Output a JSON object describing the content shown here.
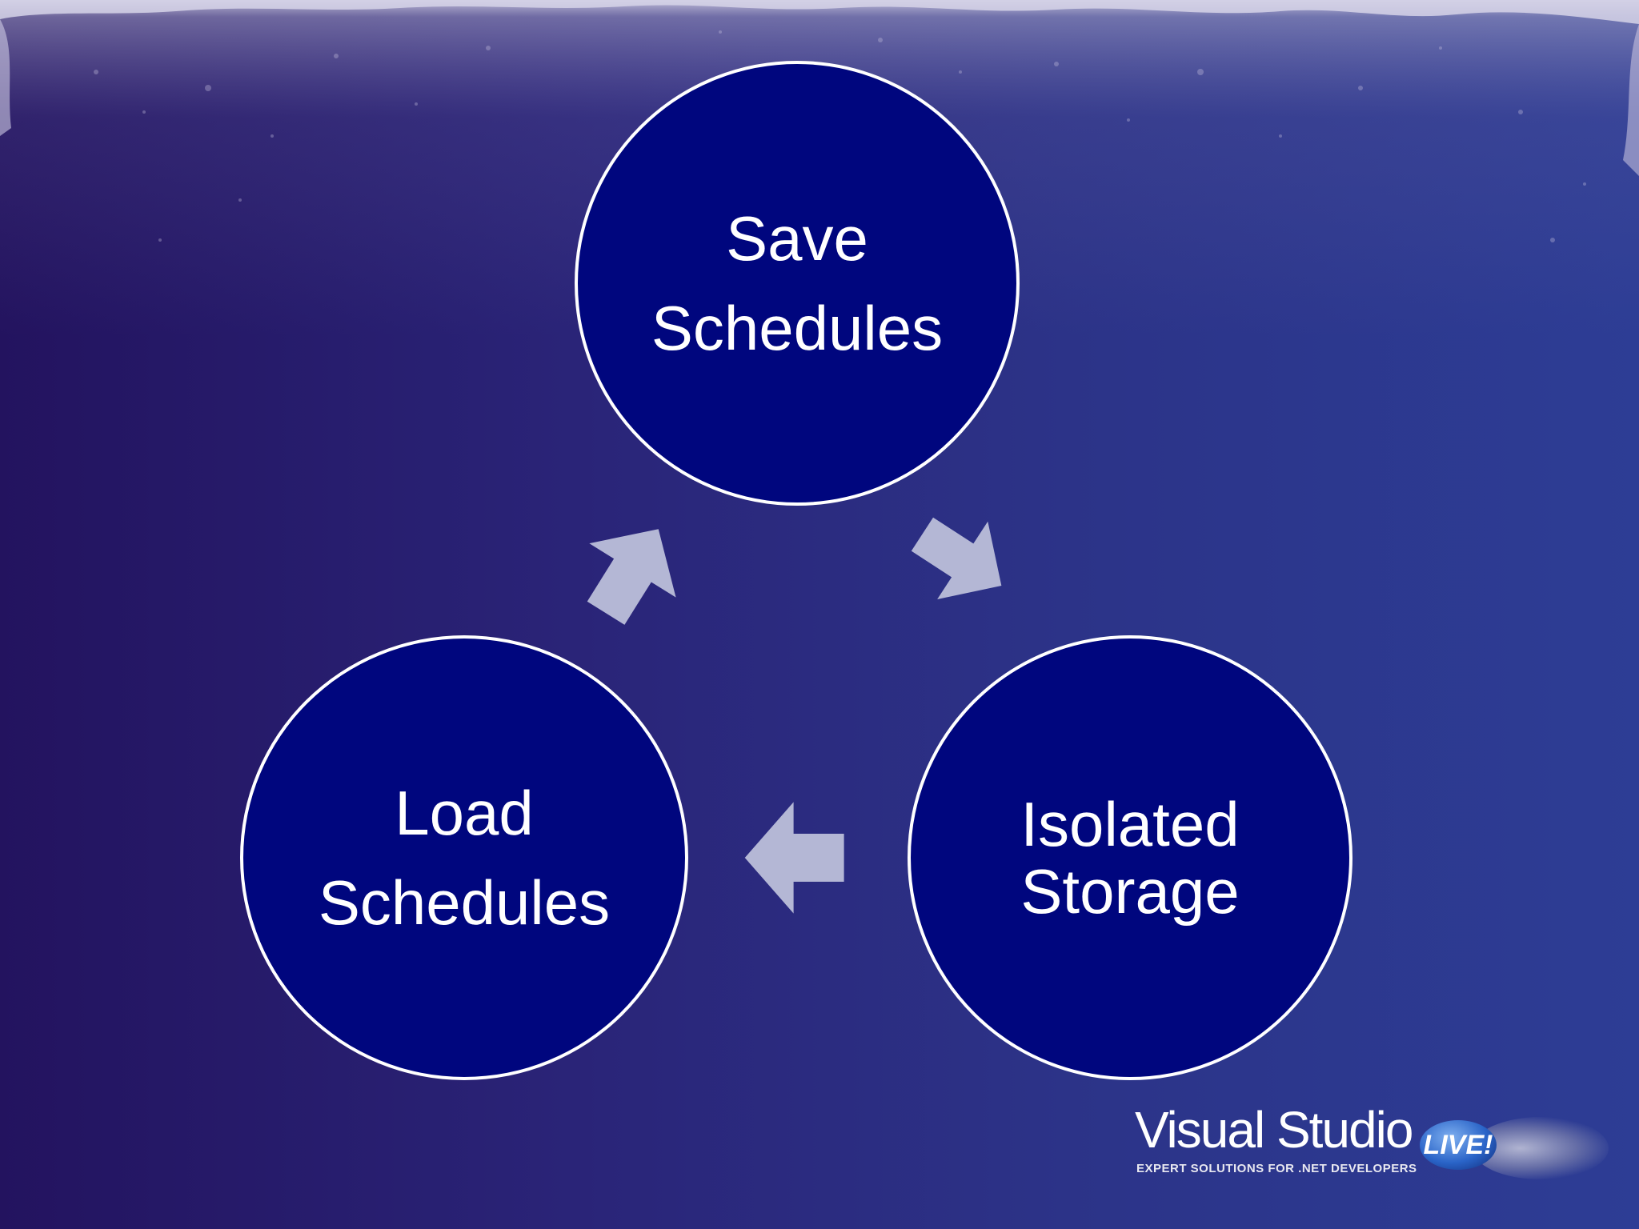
{
  "diagram": {
    "nodes": [
      {
        "id": "save",
        "line1": "Save",
        "line2": "Schedules"
      },
      {
        "id": "storage",
        "line1": "Isolated",
        "line2": "Storage"
      },
      {
        "id": "load",
        "line1": "Load",
        "line2": "Schedules"
      }
    ],
    "flow": [
      {
        "from": "Save Schedules",
        "to": "Isolated Storage"
      },
      {
        "from": "Isolated Storage",
        "to": "Load Schedules"
      },
      {
        "from": "Load Schedules",
        "to": "Save Schedules"
      }
    ]
  },
  "branding": {
    "name": "Visual Studio",
    "badge": "LIVE!",
    "tagline": "EXPERT SOLUTIONS FOR .NET DEVELOPERS"
  },
  "colors": {
    "background_left": "#23135f",
    "background_right": "#2d3d95",
    "node_fill": "#00067e",
    "node_border": "#ffffff",
    "arrow_fill": "#b4b7d5"
  }
}
